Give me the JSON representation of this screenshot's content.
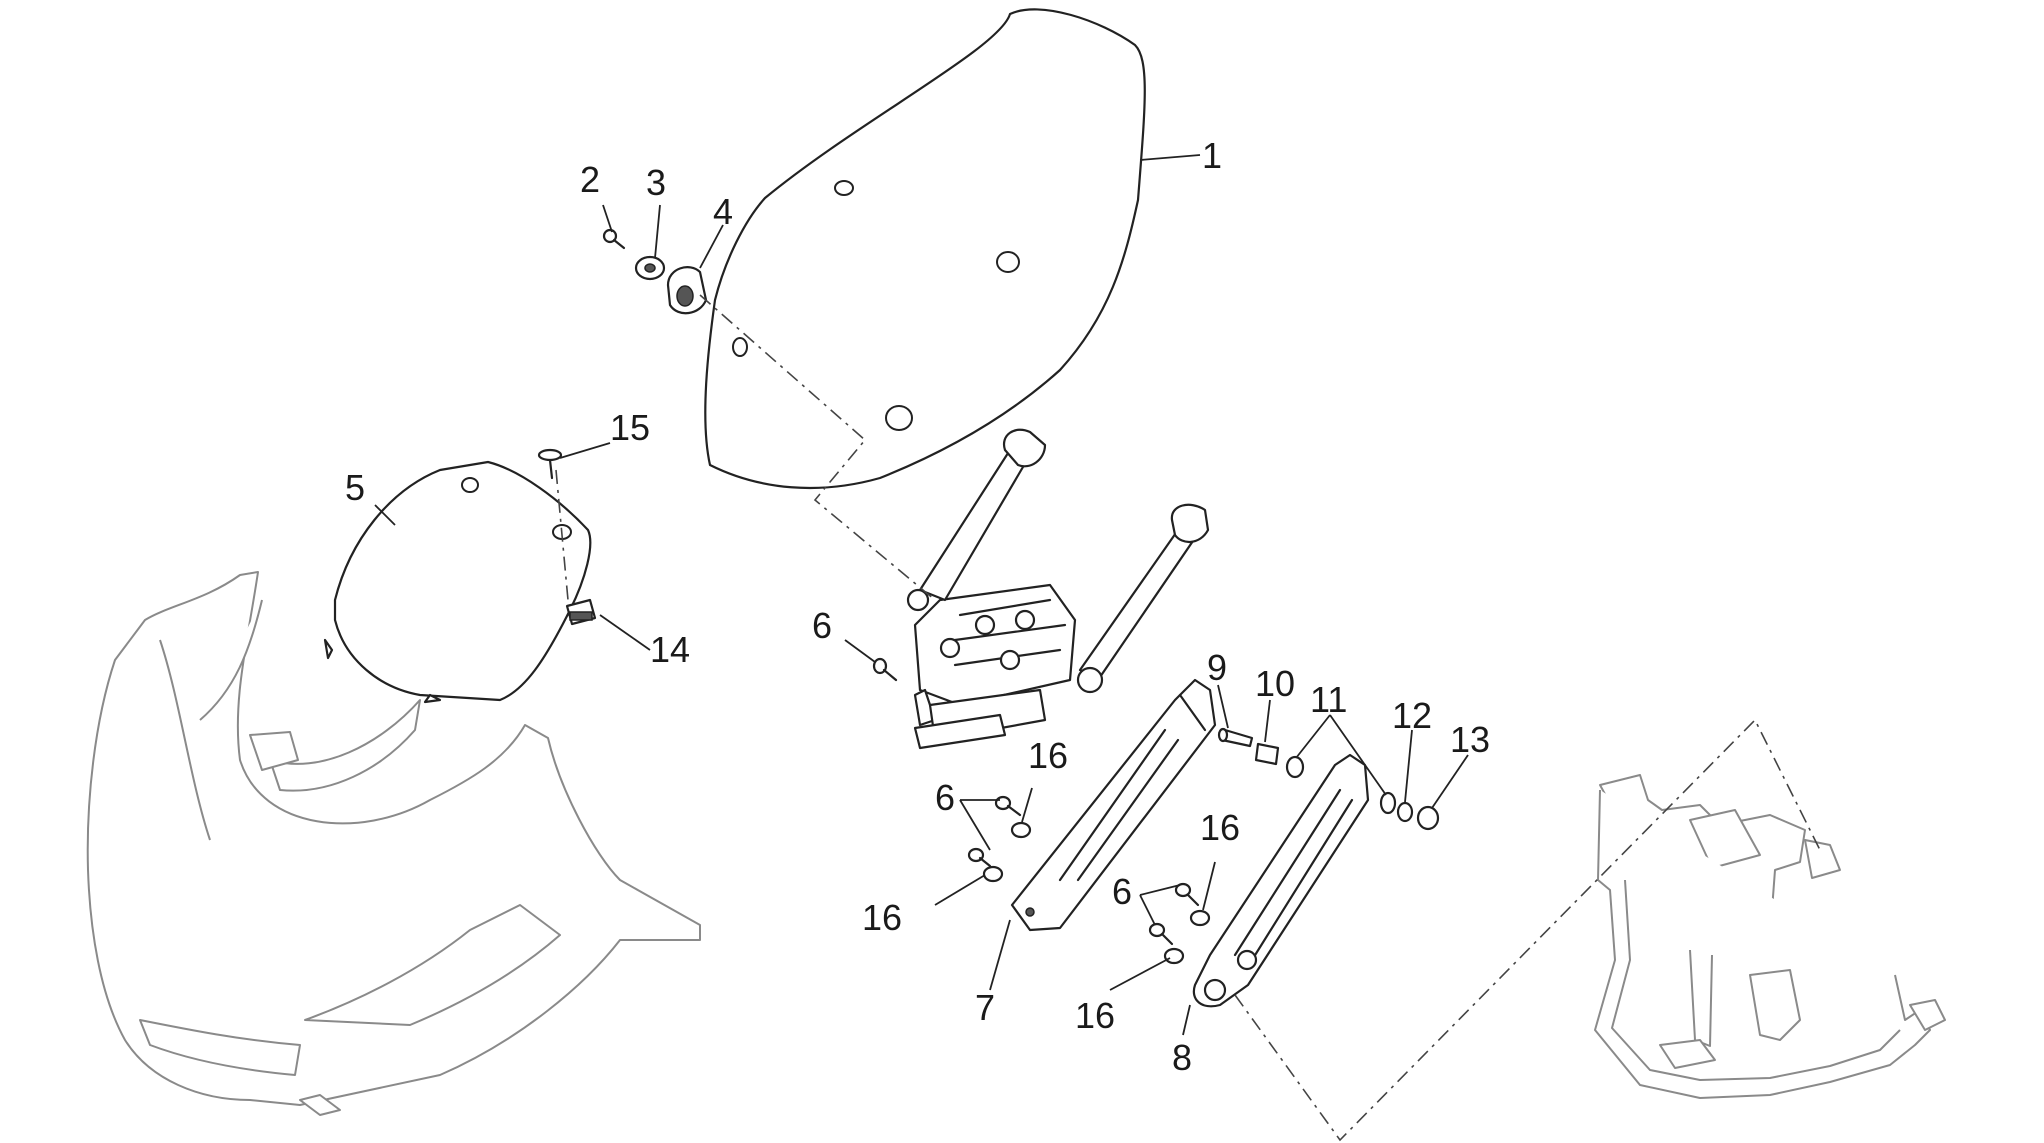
{
  "callouts": {
    "c1": "1",
    "c2": "2",
    "c3": "3",
    "c4": "4",
    "c5": "5",
    "c6a": "6",
    "c6b": "6",
    "c6c": "6",
    "c7": "7",
    "c8": "8",
    "c9": "9",
    "c10": "10",
    "c11": "11",
    "c12": "12",
    "c13": "13",
    "c14": "14",
    "c15": "15",
    "c16a": "16",
    "c16b": "16",
    "c16c": "16",
    "c16d": "16"
  },
  "parts": [
    {
      "ref": "1",
      "icon": "windshield-icon"
    },
    {
      "ref": "2",
      "icon": "screw-icon"
    },
    {
      "ref": "3",
      "icon": "washer-icon"
    },
    {
      "ref": "4",
      "icon": "rubber-grommet-icon"
    },
    {
      "ref": "5",
      "icon": "instrument-cover-icon"
    },
    {
      "ref": "6",
      "icon": "screw-icon"
    },
    {
      "ref": "7",
      "icon": "left-bracket-icon"
    },
    {
      "ref": "8",
      "icon": "right-bracket-icon"
    },
    {
      "ref": "9",
      "icon": "pin-icon"
    },
    {
      "ref": "10",
      "icon": "spacer-icon"
    },
    {
      "ref": "11",
      "icon": "washer-icon"
    },
    {
      "ref": "12",
      "icon": "washer-icon"
    },
    {
      "ref": "13",
      "icon": "nut-icon"
    },
    {
      "ref": "14",
      "icon": "clip-nut-icon"
    },
    {
      "ref": "15",
      "icon": "screw-icon"
    },
    {
      "ref": "16",
      "icon": "washer-icon"
    }
  ],
  "colors": {
    "line": "#222222",
    "ghost": "#8a8a8a",
    "background": "#ffffff"
  }
}
